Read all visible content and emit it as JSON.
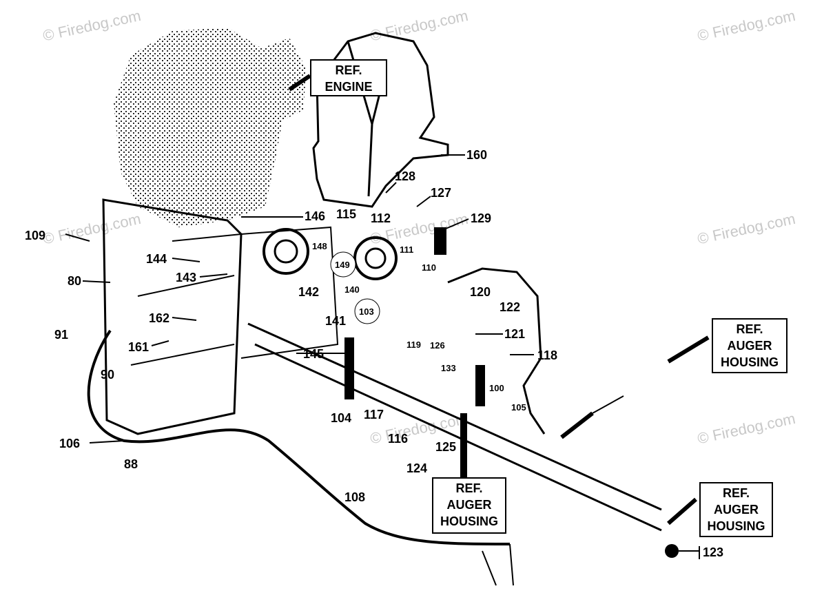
{
  "watermark": "© Firedog.com",
  "ref_boxes": {
    "engine": [
      "REF.",
      "ENGINE"
    ],
    "auger_right": [
      "REF.",
      "AUGER",
      "HOUSING"
    ],
    "auger_center": [
      "REF.",
      "AUGER",
      "HOUSING"
    ],
    "auger_bottom_right": [
      "REF.",
      "AUGER",
      "HOUSING"
    ]
  },
  "part_numbers": {
    "p160": "160",
    "p128": "128",
    "p127": "127",
    "p129": "129",
    "p146": "146",
    "p115": "115",
    "p112": "112",
    "p148": "148",
    "p149": "149",
    "p111": "111",
    "p110": "110",
    "p109": "109",
    "p144": "144",
    "p143": "143",
    "p142": "142",
    "p140": "140",
    "p80": "80",
    "p103": "103",
    "p120": "120",
    "p122": "122",
    "p162": "162",
    "p141": "141",
    "p119": "119",
    "p126": "126",
    "p121": "121",
    "p91": "91",
    "p161": "161",
    "p145": "145",
    "p118": "118",
    "p133": "133",
    "p90": "90",
    "p100": "100",
    "p105": "105",
    "p104": "104",
    "p117": "117",
    "p116": "116",
    "p106": "106",
    "p125": "125",
    "p88": "88",
    "p124": "124",
    "p108": "108",
    "p123": "123"
  }
}
